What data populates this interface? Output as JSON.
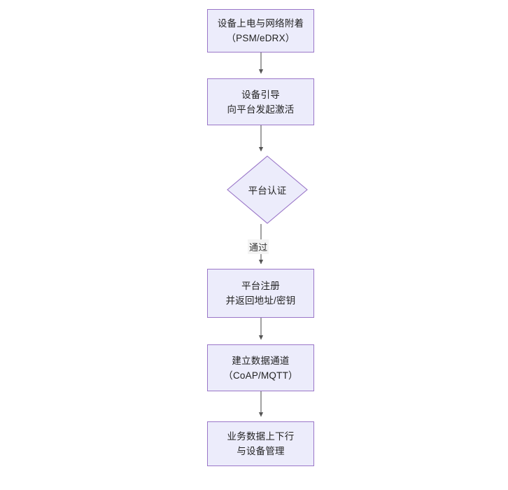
{
  "diagram": {
    "type": "flowchart",
    "orientation": "top-to-bottom",
    "theme": {
      "node_fill": "#ececfb",
      "node_border": "#9a76c8",
      "text_color": "#232323",
      "connector_color": "#555555",
      "edge_label_background": "#f4f4f4",
      "canvas_background": "#ffffff"
    },
    "nodes": [
      {
        "id": "n1",
        "shape": "rectangle",
        "line1": "设备上电与网络附着",
        "line2": "（PSM/eDRX）"
      },
      {
        "id": "n2",
        "shape": "rectangle",
        "line1": "设备引导",
        "line2": "向平台发起激活"
      },
      {
        "id": "n3",
        "shape": "diamond",
        "line1": "平台认证",
        "line2": ""
      },
      {
        "id": "n4",
        "shape": "rectangle",
        "line1": "平台注册",
        "line2": "并返回地址/密钥"
      },
      {
        "id": "n5",
        "shape": "rectangle",
        "line1": "建立数据通道",
        "line2": "（CoAP/MQTT）"
      },
      {
        "id": "n6",
        "shape": "rectangle",
        "line1": "业务数据上下行",
        "line2": "与设备管理"
      }
    ],
    "edges": [
      {
        "id": "e1",
        "from": "n1",
        "to": "n2",
        "label": ""
      },
      {
        "id": "e2",
        "from": "n2",
        "to": "n3",
        "label": ""
      },
      {
        "id": "e3",
        "from": "n3",
        "to": "n4",
        "label": "通过"
      },
      {
        "id": "e4",
        "from": "n4",
        "to": "n5",
        "label": ""
      },
      {
        "id": "e5",
        "from": "n5",
        "to": "n6",
        "label": ""
      }
    ]
  }
}
